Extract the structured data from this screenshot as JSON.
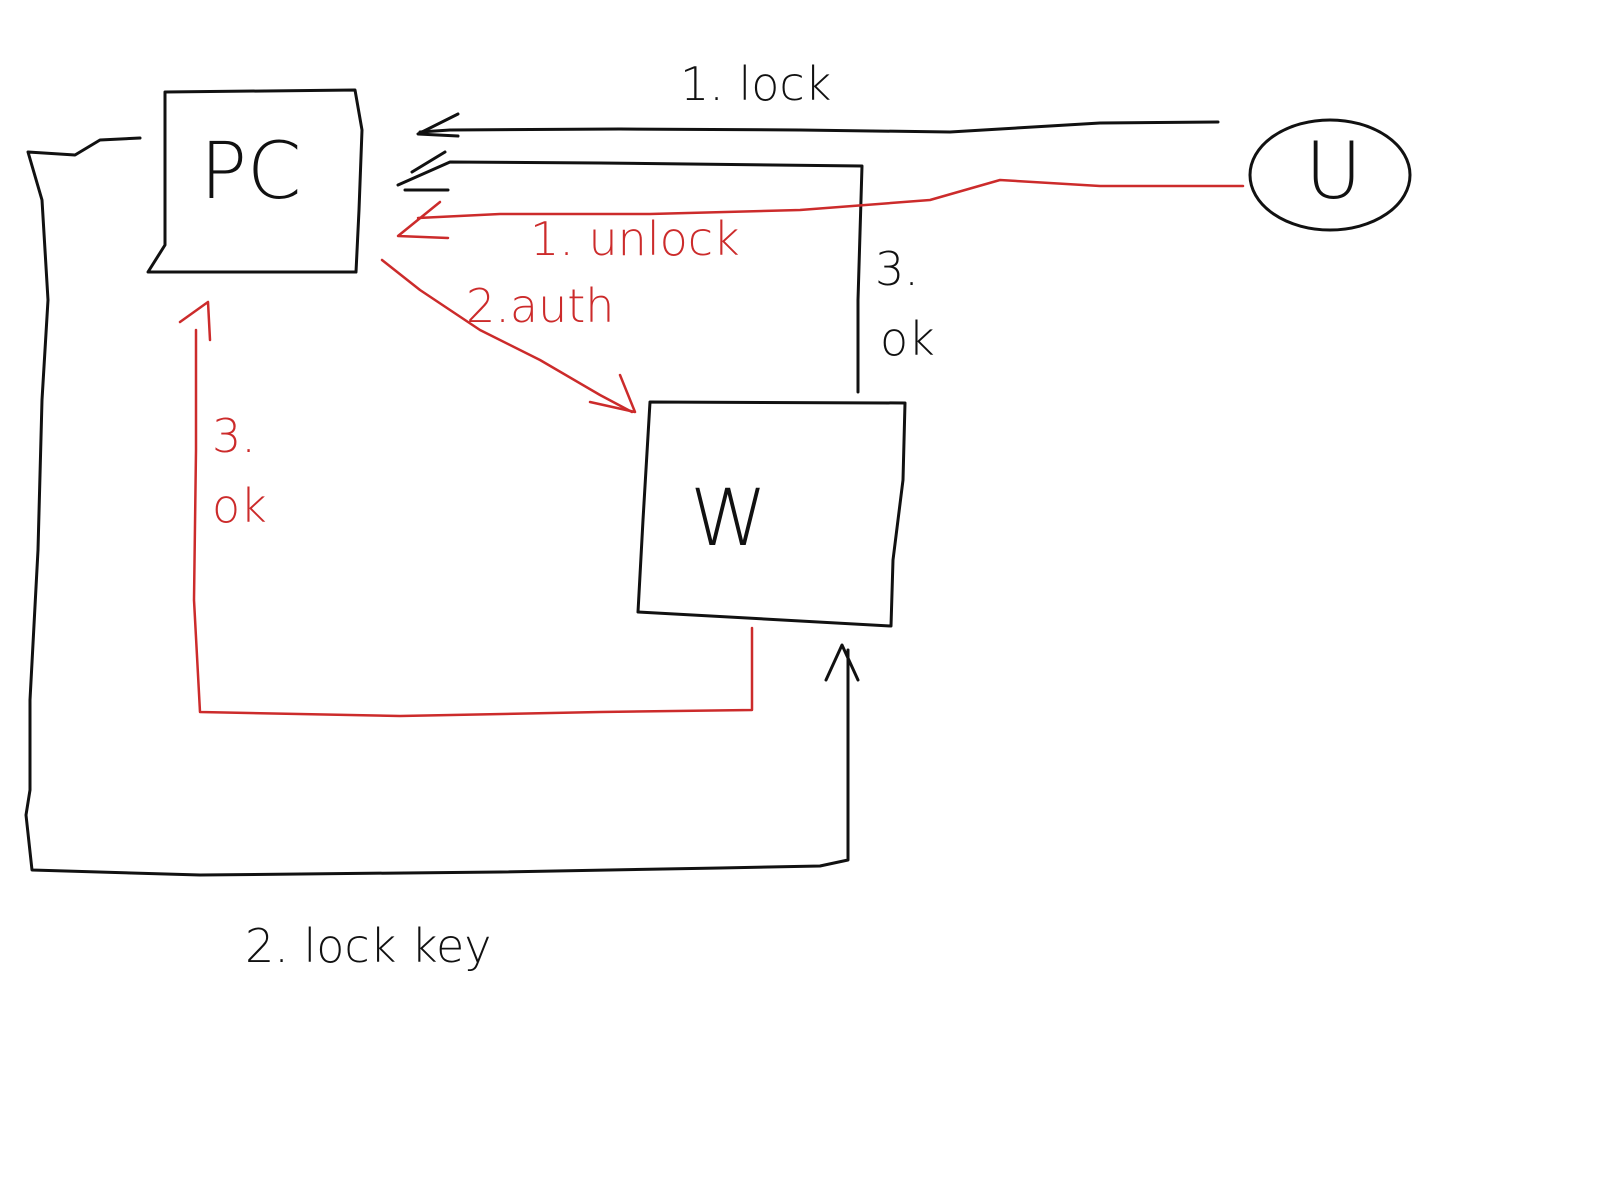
{
  "nodes": {
    "pc": "PC",
    "u": "U",
    "w": "W"
  },
  "labels": {
    "lock_1": "1. lock",
    "unlock_1": "1. unlock",
    "auth_2": "2.auth",
    "ok_3_black_num": "3.",
    "ok_3_black_txt": "ok",
    "ok_3_red_num": "3.",
    "ok_3_red_txt": "ok",
    "lock_key_2": "2. lock key"
  },
  "colors": {
    "black": "#111111",
    "red": "#cc2b2b",
    "background": "#ffffff"
  }
}
